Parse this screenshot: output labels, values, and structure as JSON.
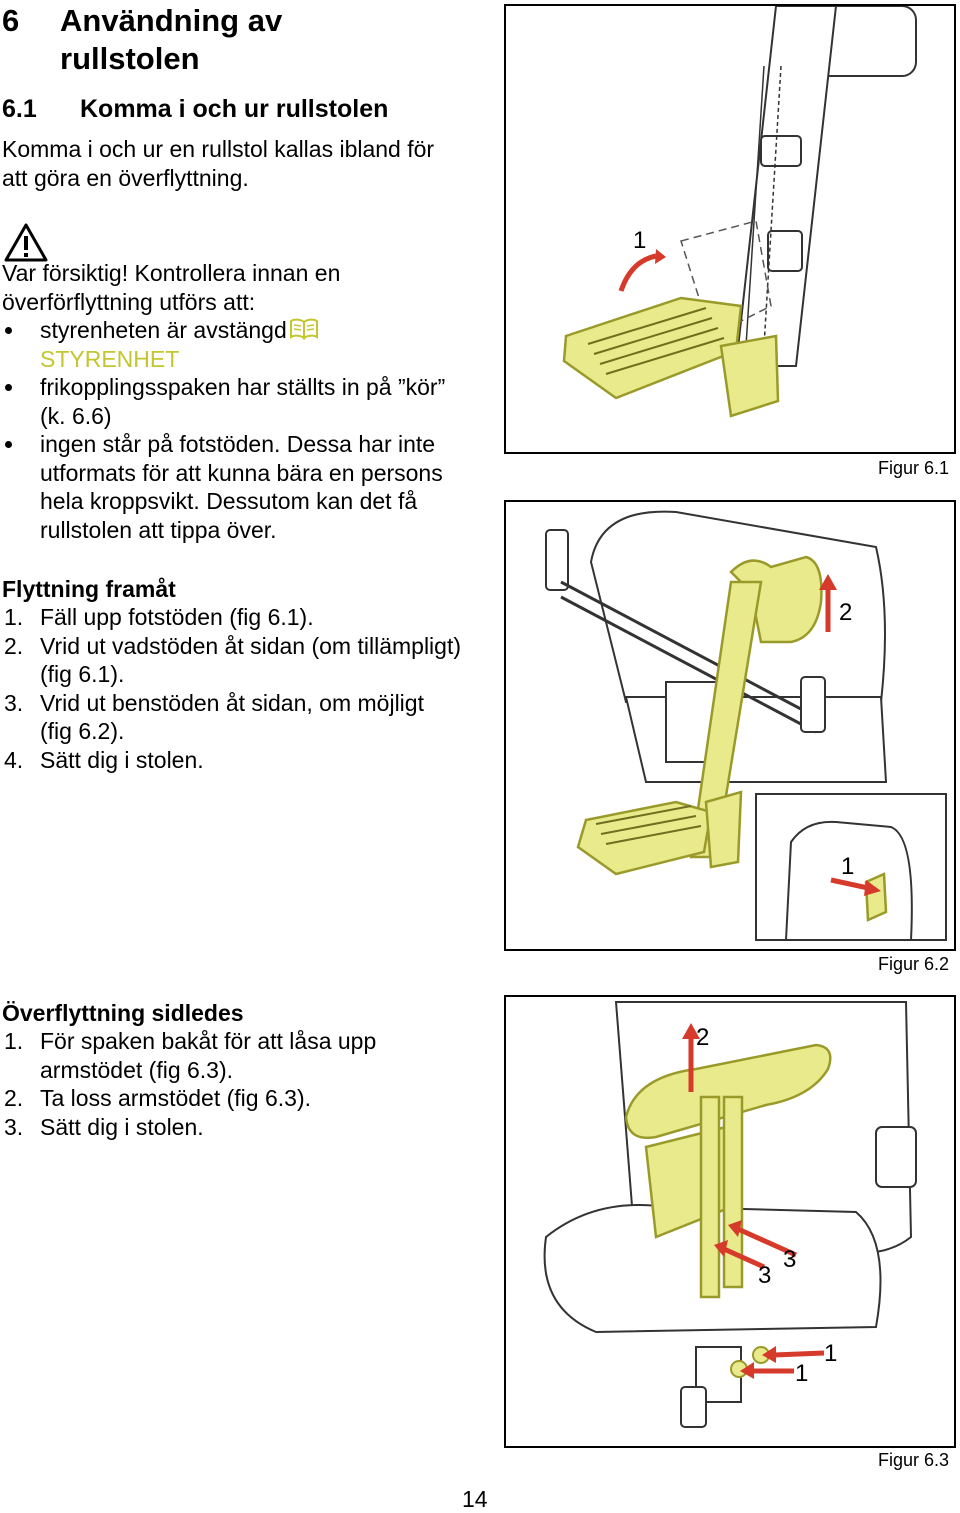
{
  "heading": {
    "number": "6",
    "title": "Användning av rullstolen"
  },
  "subheading": {
    "number": "6.1",
    "title": "Komma i och ur rullstolen"
  },
  "intro": "Komma i och ur en rullstol kallas ibland för att göra en överflyttning.",
  "warning": {
    "icon": "warning-triangle-icon",
    "lead": "Var försiktig!",
    "text": " Kontrollera innan en överförflyttning utförs att:",
    "bullets": [
      {
        "text": "styrenheten är avstängd",
        "link": "STYRENHET",
        "icon": "book-icon"
      },
      {
        "text": "frikopplingsspaken har ställts in på ”kör” (k. 6.6)"
      },
      {
        "text": "ingen står på fotstöden. Dessa har inte utformats för att kunna bära en persons hela kroppsvikt. Dessutom kan det få rullstolen att tippa över."
      }
    ]
  },
  "forward": {
    "title": "Flyttning framåt",
    "steps": [
      {
        "n": "1.",
        "text": "Fäll upp fotstöden (fig 6.1)."
      },
      {
        "n": "2.",
        "text": "Vrid ut vadstöden åt sidan (om tillämpligt) (fig 6.1)."
      },
      {
        "n": "3.",
        "text": "Vrid ut benstöden åt sidan, om möjligt (fig 6.2)."
      },
      {
        "n": "4.",
        "text": "Sätt dig i stolen."
      }
    ]
  },
  "sideways": {
    "title": "Överflyttning sidledes",
    "steps": [
      {
        "n": "1.",
        "text": "För spaken bakåt för att låsa upp armstödet (fig 6.3)."
      },
      {
        "n": "2.",
        "text": "Ta loss armstödet (fig 6.3)."
      },
      {
        "n": "3.",
        "text": "Sätt dig i stolen."
      }
    ]
  },
  "figures": [
    {
      "caption": "Figur 6.1",
      "labels": [
        "1"
      ]
    },
    {
      "caption": "Figur 6.2",
      "labels": [
        "2",
        "1"
      ]
    },
    {
      "caption": "Figur 6.3",
      "labels": [
        "2",
        "3",
        "3",
        "1",
        "1"
      ]
    }
  ],
  "colors": {
    "accent": "#e8ea8c",
    "accent_stroke": "#9a9a2a",
    "link": "#c3c62e",
    "arrow": "#d63a2a"
  },
  "page_number": "14"
}
